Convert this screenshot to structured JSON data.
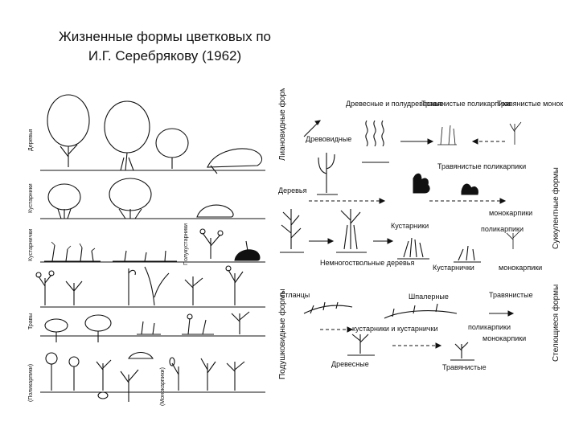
{
  "title": {
    "line1": "Жизненные формы цветковых по",
    "line2": "И.Г. Серебрякову (1962)"
  },
  "left_panel": {
    "row_labels": [
      "Деревья",
      "Кустарники",
      "Кустарнички",
      "Полукустарники",
      "Травы",
      "(Поликарпики)",
      "(Монокарпики)"
    ]
  },
  "right_panel": {
    "groups": {
      "lianas": "Лиановидные формы",
      "succulents": "Суккулентные формы",
      "creeping": "Стелющиеся формы",
      "cushions": "Подушковидные формы"
    },
    "labels": {
      "woody_semi": "Древесные и полудревесные",
      "herb_poly_top": "Травянистые поликарпики",
      "herb_mono_top": "Травянистые монокарпики",
      "tree_like": "Древовидные",
      "herb_poly_mid": "Травянистые поликарпики",
      "trees": "Деревья",
      "monocarpics": "монокарпики",
      "polycarpics": "поликарпики",
      "shrubs": "Кустарники",
      "multi_trunk": "Немногоствольные деревья",
      "shrublets": "Кустарнички",
      "monocarpics2": "монокарпики",
      "elfin": "Стланцы",
      "espalier": "Шпалерные",
      "herbaceous_right": "Травянистые",
      "shrubs_shrublets": "кустарники и кустарнички",
      "polycarpics2": "поликарпики",
      "monocarpics3": "монокарпики",
      "woody_bottom": "Древесные",
      "herbaceous_bottom": "Травянистые"
    }
  },
  "icons": [
    "tree-icon",
    "shrub-icon",
    "herb-icon",
    "cactus-icon",
    "liana-icon",
    "cushion-icon",
    "arrow-icon"
  ]
}
